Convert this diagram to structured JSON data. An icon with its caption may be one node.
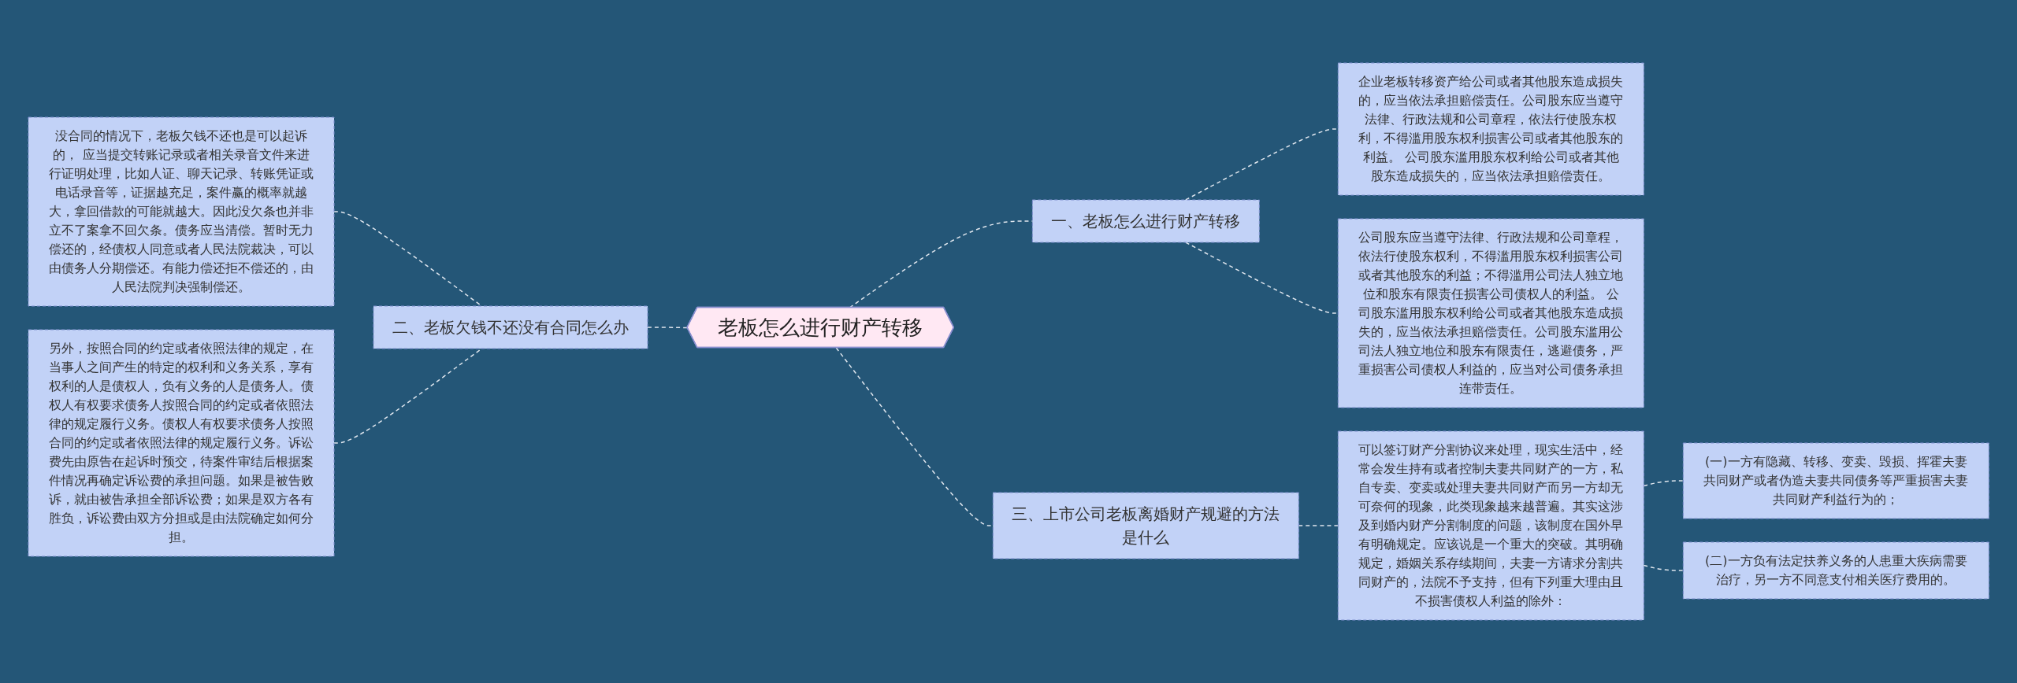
{
  "diagram": {
    "nodes": [
      {
        "text": [
          "老板怎么进行财产转移"
        ]
      },
      {
        "text": [
          "一、老板怎么进行财产转移"
        ]
      },
      {
        "text": [
          "企业老板转移资产给公司或者其他股东造成损失的，应当依法承担赔偿责任。公司股东应当遵守法律、行政法规和公司章程，依法行使股东权利，不得滥用股东权利损害公司或者其他股东的利益。 公司股东滥用股东权利给公司或者其他股东造成损失的，应当依法承担赔偿责任。"
        ]
      },
      {
        "text": [
          "公司股东应当遵守法律、行政法规和公司章程，依法行使股东权利，不得滥用股东权利损害公司或者其他股东的利益；不得滥用公司法人独立地位和股东有限责任损害公司债权人的利益。 公司股东滥用股东权利给公司或者其他股东造成损失的，应当依法承担赔偿责任。公司股东滥用公司法人独立地位和股东有限责任，逃避债务，严重损害公司债权人利益的，应当对公司债务承担连带责任。"
        ]
      },
      {
        "text": [
          "三、上市公司老板离婚财产规避的方法是什么"
        ]
      },
      {
        "text": [
          "可以签订财产分割协议来处理，现实生活中，经常会发生持有或者控制夫妻共同财产的一方，私自专卖、变卖或处理夫妻共同财产而另一方却无可奈何的现象，此类现象越来越普遍。其实这涉及到婚内财产分割制度的问题，该制度在国外早有明确规定。应该说是一个重大的突破。其明确规定，婚姻关系存续期间，夫妻一方请求分割共同财产的，法院不予支持，但有下列重大理由且不损害债权人利益的除外："
        ]
      },
      {
        "text": [
          "(一)一方有隐藏、转移、变卖、毁损、挥霍夫妻共同财产或者伪造夫妻共同债务等严重损害夫妻共同财产利益行为的；"
        ]
      },
      {
        "text": [
          "(二)一方负有法定扶养义务的人患重大疾病需要治疗，另一方不同意支付相关医疗费用的。"
        ]
      },
      {
        "text": [
          "二、老板欠钱不还没有合同怎么办"
        ]
      },
      {
        "text": [
          "没合同的情况下，老板欠钱不还也是可以起诉的， 应当提交转账记录或者相关录音文件来进行证明处理，比如人证、聊天记录、转账凭证或电话录音等，证据越充足，案件赢的概率就越大，拿回借款的可能就越大。因此没欠条也并非立不了案拿不回欠条。债务应当清偿。暂时无力偿还的，经债权人同意或者人民法院裁决，可以由债务人分期偿还。有能力偿还拒不偿还的，由人民法院判决强制偿还。"
        ]
      },
      {
        "text": [
          "另外，按照合同的约定或者依照法律的规定，在当事人之间产生的特定的权利和义务关系，享有权利的人是债权人，负有义务的人是债务人。债权人有权要求债务人按照合同的约定或者依照法律的规定履行义务。债权人有权要求债务人按照合同的约定或者依照法律的规定履行义务。诉讼费先由原告在起诉时预交，待案件审结后根据案件情况再确定诉讼费的承担问题。如果是被告败诉，就由被告承担全部诉讼费；如果是双方各有胜负，诉讼费由双方分担或是由法院确定如何分担。"
        ]
      }
    ],
    "edges": [
      {
        "from": 0,
        "to": 1,
        "arrow": "none",
        "style": "dashed"
      },
      {
        "from": 1,
        "to": 2,
        "arrow": "none",
        "style": "dashed"
      },
      {
        "from": 1,
        "to": 3,
        "arrow": "none",
        "style": "dashed"
      },
      {
        "from": 0,
        "to": 4,
        "arrow": "none",
        "style": "dashed"
      },
      {
        "from": 4,
        "to": 5,
        "arrow": "none",
        "style": "dashed"
      },
      {
        "from": 5,
        "to": 6,
        "arrow": "none",
        "style": "dashed"
      },
      {
        "from": 5,
        "to": 7,
        "arrow": "none",
        "style": "dashed"
      },
      {
        "from": 8,
        "to": 0,
        "arrow": "none",
        "style": "dashed"
      },
      {
        "from": 9,
        "to": 8,
        "arrow": "none",
        "style": "dashed"
      },
      {
        "from": 10,
        "to": 8,
        "arrow": "none",
        "style": "dashed"
      }
    ]
  }
}
